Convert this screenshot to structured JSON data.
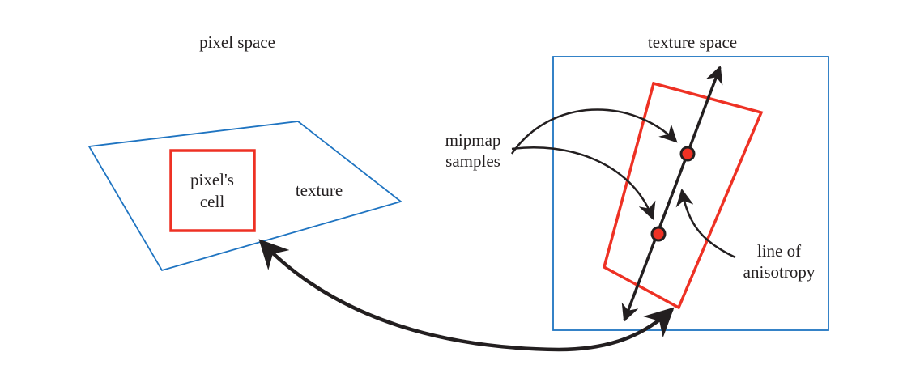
{
  "labels": {
    "pixel_space": "pixel space",
    "texture_space": "texture space",
    "pixel_cell_line1": "pixel's",
    "pixel_cell_line2": "cell",
    "texture": "texture",
    "mipmap_line1": "mipmap",
    "mipmap_line2": "samples",
    "line_of_line1": "line of",
    "line_of_line2": "anisotropy"
  },
  "colors": {
    "blue": "#1f74c1",
    "red": "#ee3124",
    "black": "#231f20"
  }
}
